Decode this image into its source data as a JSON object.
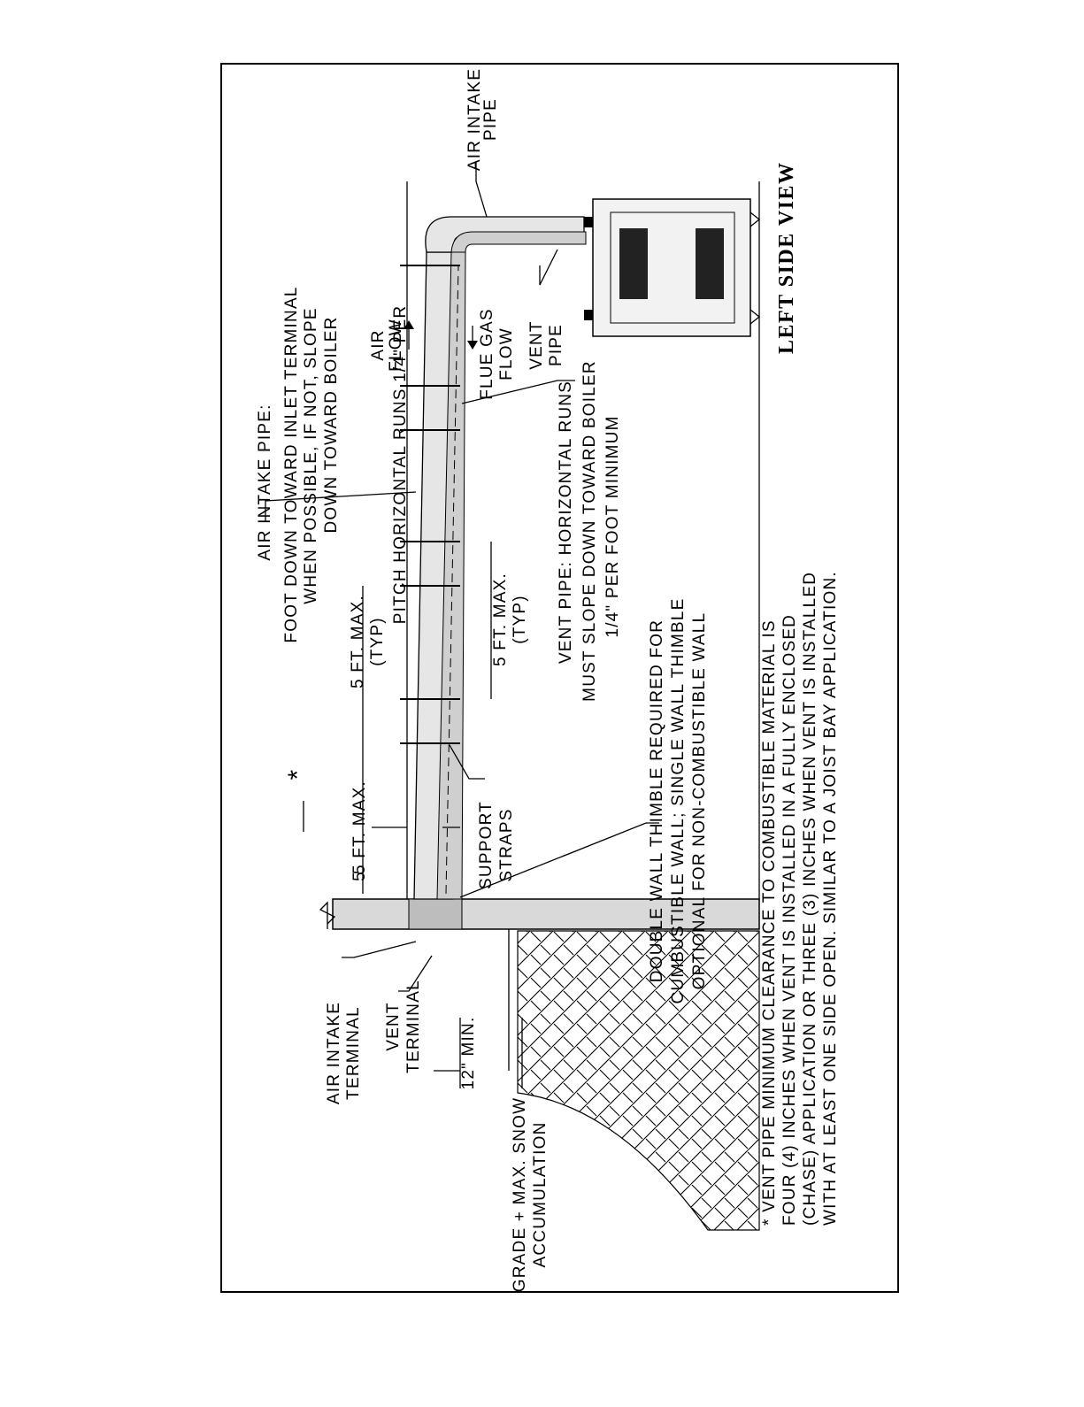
{
  "diagram": {
    "view_title": "LEFT SIDE VIEW",
    "labels": {
      "air_intake_pipe_top": [
        "AIR INTAKE",
        "PIPE"
      ],
      "air_intake_pitch": [
        "AIR INTAKE PIPE:",
        "PITCH HORIZONTAL RUNS 1/4\" PER",
        "FOOT DOWN TOWARD INLET TERMINAL",
        "WHEN POSSIBLE, IF NOT, SLOPE",
        "DOWN TOWARD BOILER"
      ],
      "air_flow": [
        "AIR",
        "FLOW"
      ],
      "flue_gas_flow": [
        "FLUE GAS",
        "FLOW"
      ],
      "vent_pipe": [
        "VENT",
        "PIPE"
      ],
      "vent_pipe_slope": [
        "VENT PIPE: HORIZONTAL RUNS",
        "MUST SLOPE DOWN TOWARD BOILER",
        "1/4\" PER FOOT MINIMUM"
      ],
      "thimble_note": [
        "DOUBLE WALL THIMBLE REQUIRED FOR",
        "CUMBUSTIBLE WALL; SINGLE WALL THIMBLE",
        "OPTIONAL FOR NON-COMBUSTIBLE WALL"
      ],
      "dim_5ft_typ_a": [
        "5 FT. MAX.",
        "(TYP)"
      ],
      "dim_5ft_typ_b": [
        "5 FT. MAX.",
        "(TYP)"
      ],
      "dim_5ft_max": "5 FT. MAX.",
      "dim_5_left": "5",
      "asterisk": "*",
      "support_straps": [
        "SUPPORT",
        "STRAPS"
      ],
      "air_intake_terminal": [
        "AIR INTAKE",
        "TERMINAL"
      ],
      "vent_terminal": [
        "VENT",
        "TERMINAL"
      ],
      "min_12": "12\" MIN.",
      "grade_snow": [
        "GRADE + MAX. SNOW",
        "ACCUMULATION"
      ],
      "footnote": [
        "* VENT PIPE MINIMUM CLEARANCE TO COMBUSTIBLE MATERIAL IS",
        "FOUR (4) INCHES WHEN VENT IS INSTALLED IN A FULLY ENCLOSED",
        "(CHASE) APPLICATION OR THREE (3) INCHES WHEN VENT IS INSTALLED",
        "WITH AT LEAST ONE SIDE OPEN. SIMILAR TO A JOIST BAY APPLICATION."
      ]
    }
  }
}
